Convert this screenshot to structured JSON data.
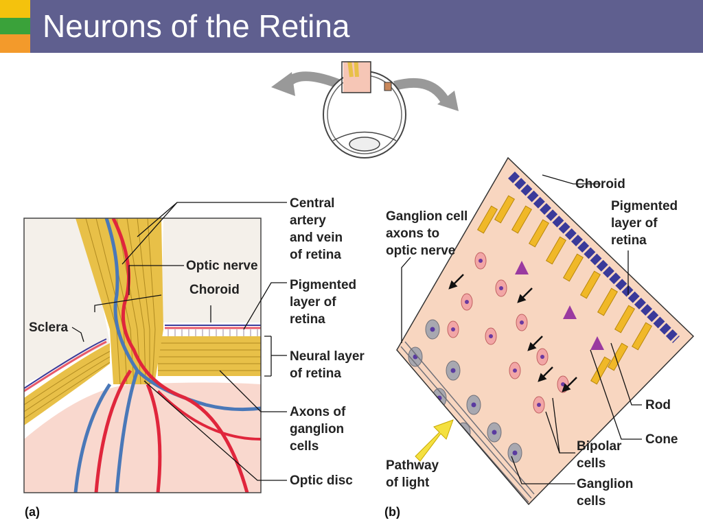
{
  "title": "Neurons of the Retina",
  "colors": {
    "accent_yellow": "#f4c20d",
    "accent_green": "#3aa23a",
    "accent_orange": "#f39a2b",
    "title_bar": "#5f5f8f",
    "nerve": "#e8c048",
    "artery": "#e0263c",
    "vein": "#4a78b8",
    "choroid": "#e85a6a",
    "pigment": "#3a3a9a",
    "cell_pink": "#f2a6a6",
    "cell_gray": "#a8a8b0",
    "rod_cone": "#f0b828"
  },
  "panel_a": {
    "letter": "(a)",
    "labels": {
      "central_artery": "Central\nartery\nand vein\nof retina",
      "optic_nerve": "Optic nerve",
      "choroid": "Choroid",
      "sclera": "Sclera",
      "pigmented": "Pigmented\nlayer of\nretina",
      "neural": "Neural layer\nof retina",
      "axons": "Axons of\nganglion\ncells",
      "optic_disc": "Optic disc"
    }
  },
  "panel_b": {
    "letter": "(b)",
    "labels": {
      "choroid": "Choroid",
      "pigmented": "Pigmented\nlayer of\nretina",
      "ganglion_axons": "Ganglion cell\naxons to\noptic nerve",
      "rod": "Rod",
      "cone": "Cone",
      "bipolar": "Bipolar\ncells",
      "ganglion": "Ganglion\ncells",
      "pathway": "Pathway\nof light"
    }
  }
}
